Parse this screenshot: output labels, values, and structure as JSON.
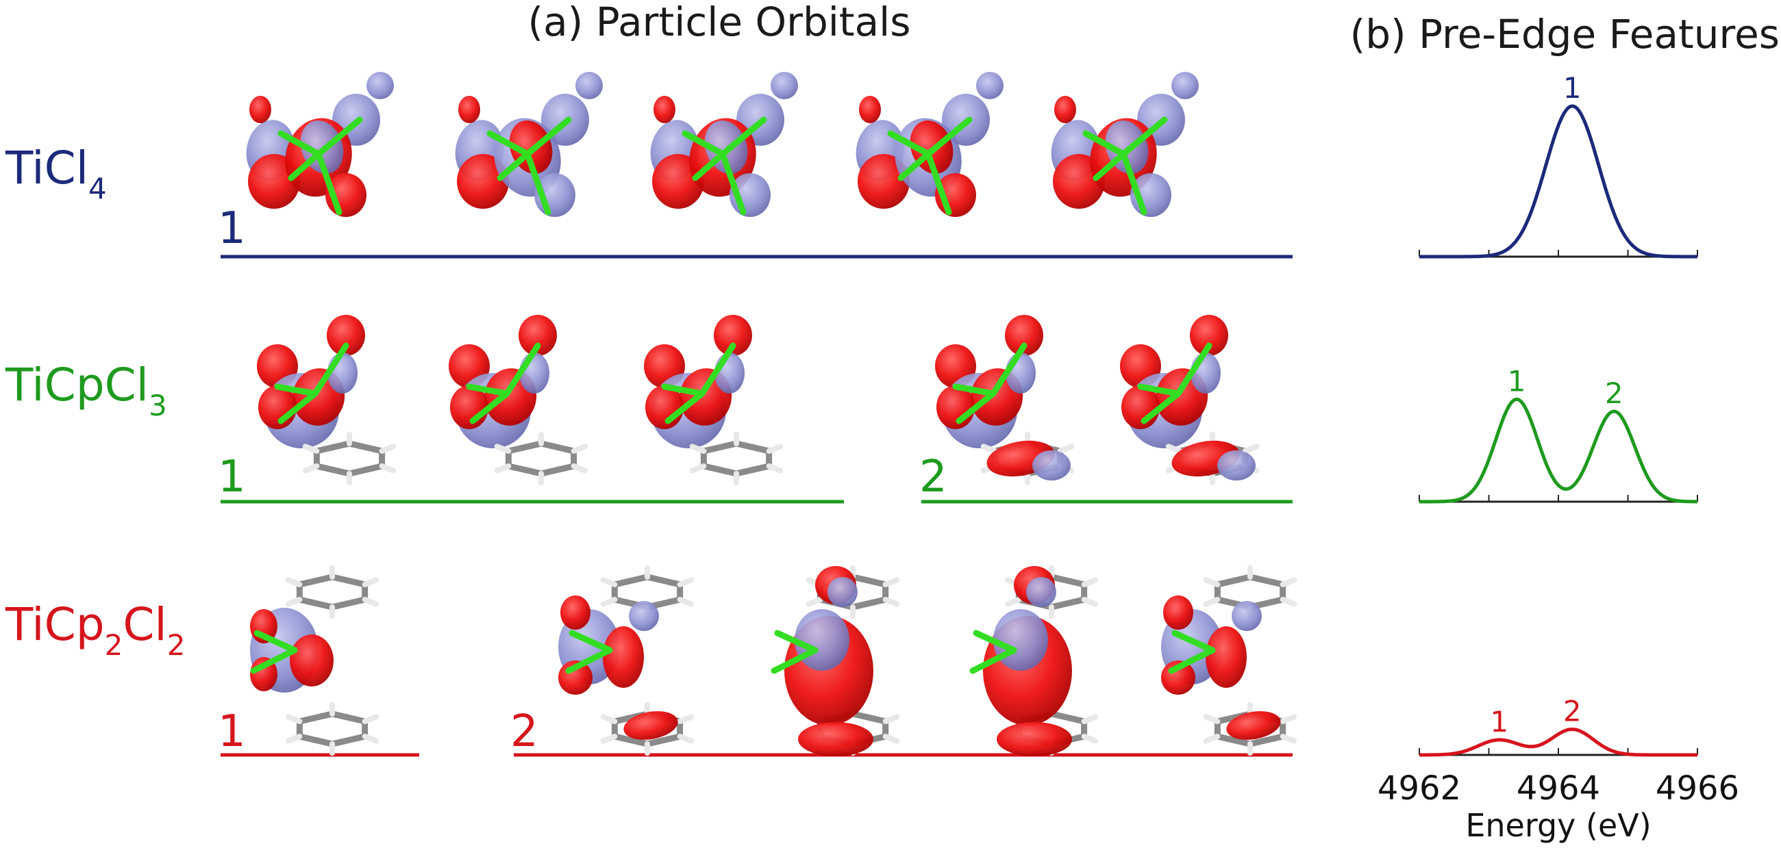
{
  "panel_a_title": "(a) Particle Orbitals",
  "panel_b_title": "(b) Pre-Edge Features",
  "colors": {
    "TiCl4": "#1b2a7a",
    "TiCpCl3": "#1e9a1e",
    "TiCp2Cl2": "#d6141c",
    "lobe_red": "#ee1111",
    "lobe_blue": "#8b8fd0",
    "bond_green": "#33dd22",
    "carbon_gray": "#8a8a8a"
  },
  "rows": [
    {
      "key": "TiCl4",
      "label_main": "TiCl",
      "label_sub": "4",
      "label_tail": "",
      "label_sub2": "",
      "groups": [
        {
          "number": "1",
          "orbital_count": 5
        }
      ]
    },
    {
      "key": "TiCpCl3",
      "label_main": "TiCpCl",
      "label_sub": "3",
      "label_tail": "",
      "label_sub2": "",
      "groups": [
        {
          "number": "1",
          "orbital_count": 3
        },
        {
          "number": "2",
          "orbital_count": 2
        }
      ]
    },
    {
      "key": "TiCp2Cl2",
      "label_main": "TiCp",
      "label_sub": "2",
      "label_tail": "Cl",
      "label_sub2": "2",
      "groups": [
        {
          "number": "1",
          "orbital_count": 1
        },
        {
          "number": "2",
          "orbital_count": 4
        }
      ]
    }
  ],
  "chart_data": {
    "type": "line",
    "xlabel": "Energy (eV)",
    "xlim": [
      4962,
      4966
    ],
    "x_ticks": [
      "4962",
      "4964",
      "4966"
    ],
    "minor_ticks": [
      4963,
      4965
    ],
    "series": [
      {
        "compound": "TiCl4",
        "peaks": [
          {
            "label": "1",
            "center": 4964.2,
            "height": 1.0,
            "width": 0.38
          }
        ]
      },
      {
        "compound": "TiCpCl3",
        "peaks": [
          {
            "label": "1",
            "center": 4963.4,
            "height": 0.68,
            "width": 0.3
          },
          {
            "label": "2",
            "center": 4964.8,
            "height": 0.6,
            "width": 0.3
          }
        ]
      },
      {
        "compound": "TiCp2Cl2",
        "peaks": [
          {
            "label": "1",
            "center": 4963.15,
            "height": 0.1,
            "width": 0.3
          },
          {
            "label": "2",
            "center": 4964.2,
            "height": 0.17,
            "width": 0.3
          }
        ]
      }
    ]
  }
}
